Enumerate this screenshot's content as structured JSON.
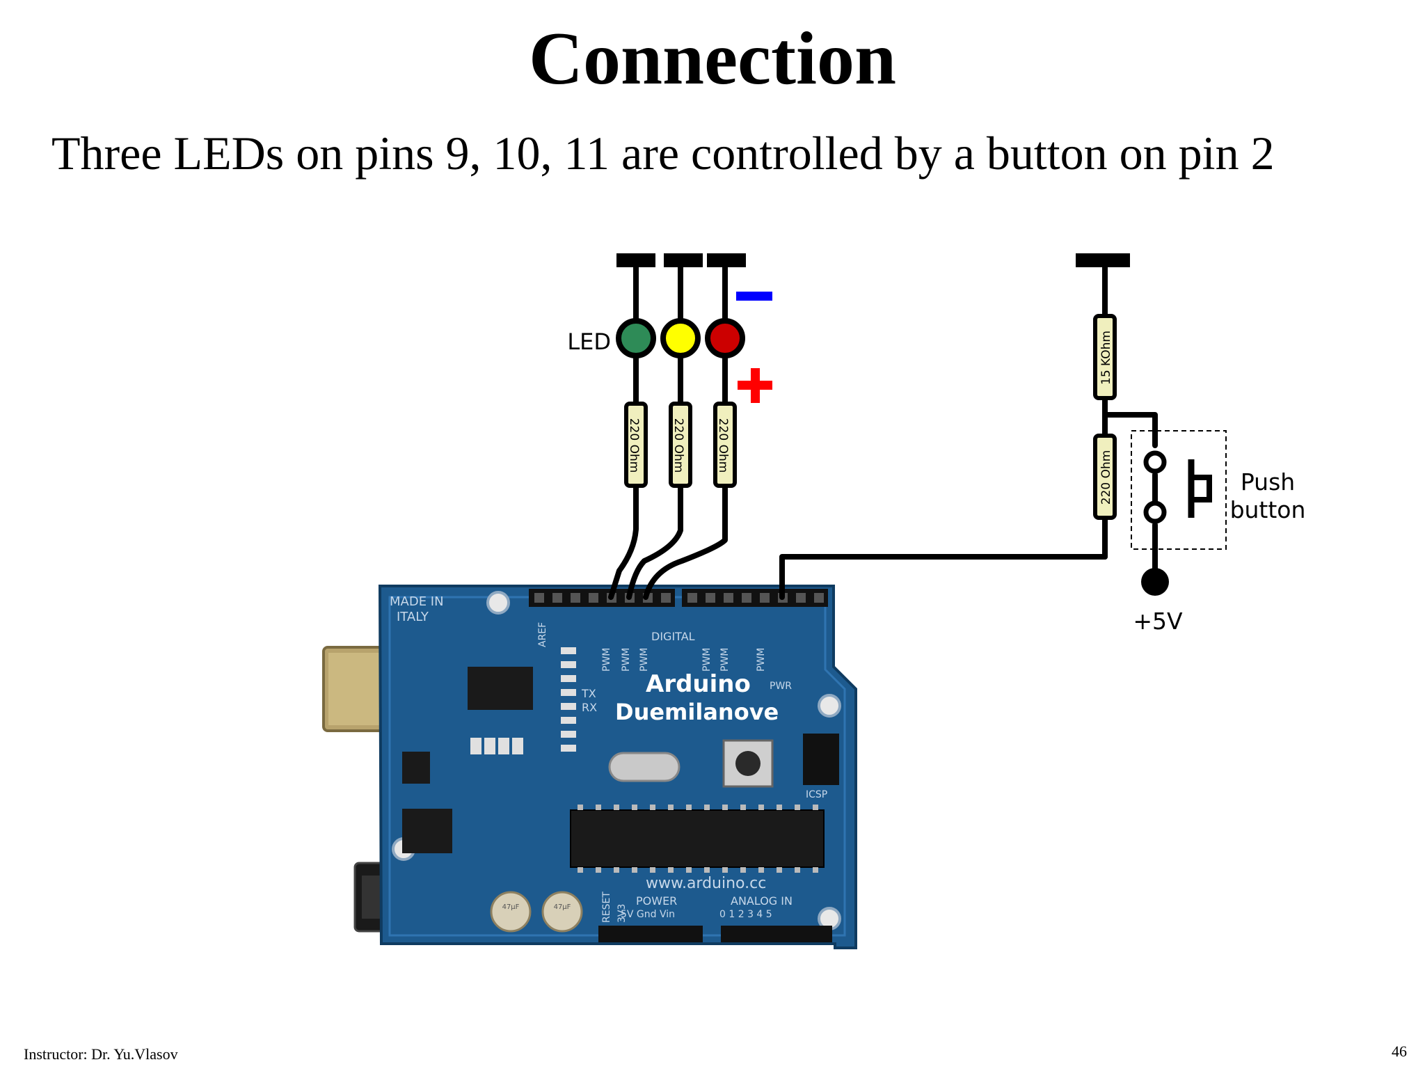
{
  "slide": {
    "title": "Connection",
    "subtitle": "Three LEDs on pins 9, 10, 11 are controlled by a button on pin 2",
    "footer_left": "Instructor: Dr. Yu.Vlasov",
    "page_number": "46"
  },
  "circuit": {
    "led_label": "LED",
    "led_colors": [
      "#2e8b57",
      "#ffff00",
      "#cc0000"
    ],
    "minus_sign": "−",
    "plus_sign": "+",
    "led_resistors": [
      "220 Ohm",
      "220 Ohm",
      "220 Ohm"
    ],
    "pullup_resistor": "15 KOhm",
    "button_resistor": "220 Ohm",
    "button_label_line1": "Push",
    "button_label_line2": "button",
    "supply_label": "+5V"
  },
  "board": {
    "made_in_line1": "MADE IN",
    "made_in_line2": "ITALY",
    "name_line1": "Arduino",
    "name_line2": "Duemilanove",
    "header_label": "DIGITAL",
    "tx_label": "TX",
    "rx_label": "RX",
    "pwr_label": "PWR",
    "icsp_label": "ICSP",
    "website": "www.arduino.cc",
    "power_label": "POWER",
    "power_pins": "5V Gnd Vin",
    "analog_label": "ANALOG IN",
    "analog_pins": "0 1 2 3 4 5",
    "reset_label": "RESET",
    "v33_label": "3V3",
    "aref_label": "AREF",
    "pwm_label": "PWM",
    "cap_label": "47µF"
  }
}
